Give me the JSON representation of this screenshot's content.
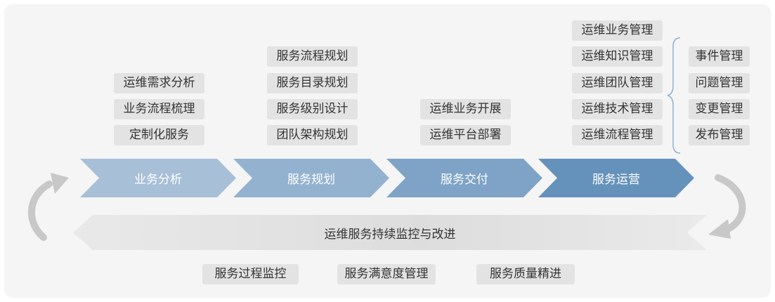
{
  "stage_tags": {
    "analysis": [
      "运维需求分析",
      "业务流程梳理",
      "定制化服务"
    ],
    "planning": [
      "服务流程规划",
      "服务目录规划",
      "服务级别设计",
      "团队架构规划"
    ],
    "delivery": [
      "运维业务开展",
      "运维平台部署"
    ],
    "operation": [
      "运维业务管理",
      "运维知识管理",
      "运维团队管理",
      "运维技术管理",
      "运维流程管理"
    ]
  },
  "process_tags": [
    "事件管理",
    "问题管理",
    "变更管理",
    "发布管理"
  ],
  "stages": [
    "业务分析",
    "服务规划",
    "服务交付",
    "服务运营"
  ],
  "improvement_band": "运维服务持续监控与改进",
  "bottom_tags": [
    "服务过程监控",
    "服务满意度管理",
    "服务质量精进"
  ],
  "colors": {
    "panel_bg": "#f5f5f5",
    "tag_bg": "#e3e3e3",
    "stage_1": "#a7bfd7",
    "stage_2": "#93b2d0",
    "stage_3": "#7ea3c6",
    "stage_4": "#6592bb",
    "band": "#dddddd",
    "loop_arrow": "#c8c8c8",
    "brace": "#8fb0cf"
  }
}
